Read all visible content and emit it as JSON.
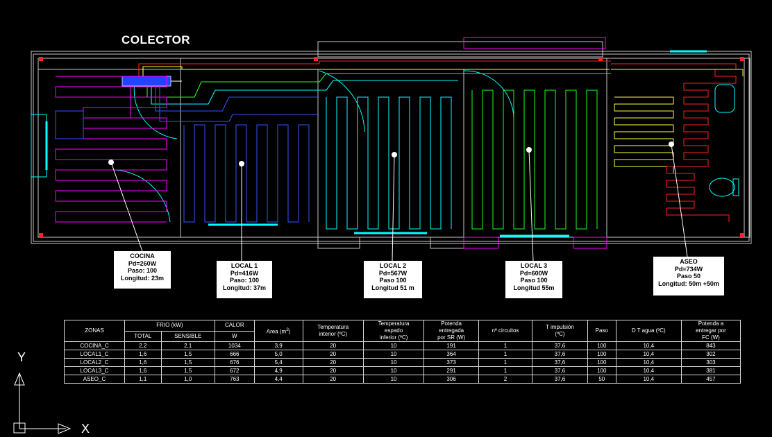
{
  "drawing": {
    "collector_label": "COLECTOR",
    "colors": {
      "wall": "#c8c8c8",
      "magenta": "#ff00ff",
      "blue": "#3355ff",
      "cyan": "#00ffff",
      "green": "#22ff22",
      "yellow": "#ffff33",
      "red": "#ff2222",
      "white": "#ffffff"
    },
    "zones": [
      {
        "name": "COCINA",
        "lines": [
          "COCINA",
          "Pd=260W",
          "Paso: 100",
          "Longitud: 23m"
        ]
      },
      {
        "name": "LOCAL 1",
        "lines": [
          "LOCAL 1",
          "Pd=416W",
          "Paso: 100",
          "Longitud: 37m"
        ]
      },
      {
        "name": "LOCAL 2",
        "lines": [
          "LOCAL 2",
          "Pd=567W",
          "Paso 100",
          "Longitud 51 m"
        ]
      },
      {
        "name": "LOCAL 3",
        "lines": [
          "LOCAL 3",
          "Pd=600W",
          "Paso 100",
          "Longitud 55m"
        ]
      },
      {
        "name": "ASEO",
        "lines": [
          "ASEO",
          "Pd=734W",
          "Paso 50",
          "Longitud: 50m +50m"
        ]
      }
    ]
  },
  "table": {
    "headers": {
      "zonas": "ZONAS",
      "frio": "FRIO (kW)",
      "frio_total": "TOTAL",
      "frio_sensible": "SENSIBLE",
      "calor": "CALOR",
      "calor_unit": "W",
      "area": "Area (m",
      "area_sup": "2",
      "area_close": ")",
      "temp_int_1": "Temperatura",
      "temp_int_2": "interior (ºC)",
      "temp_esp_1": "Temperatura",
      "temp_esp_2": "espado",
      "temp_esp_3": "inferior (ºC)",
      "pot_sr_1": "Potenda",
      "pot_sr_2": "entregada",
      "pot_sr_3": "por SR (W)",
      "circuitos": "nº circuitos",
      "timp_1": "T impulsión",
      "timp_2": "(ºC)",
      "paso": "Paso",
      "dt": "D T agua (ºC)",
      "pot_fc_1": "Potenda a",
      "pot_fc_2": "entregar por",
      "pot_fc_3": "FC (W)"
    },
    "rows": [
      {
        "zona": "COCINA_C",
        "total": "2,2",
        "sensible": "2,1",
        "calor": "1034",
        "area": "3,9",
        "tint": "20",
        "tinf": "10",
        "psr": "191",
        "circ": "1",
        "timp": "37,6",
        "paso": "100",
        "dt": "10,4",
        "pfc": "843"
      },
      {
        "zona": "LOCAL1_C",
        "total": "1,6",
        "sensible": "1,5",
        "calor": "666",
        "area": "5,0",
        "tint": "20",
        "tinf": "10",
        "psr": "364",
        "circ": "1",
        "timp": "37,6",
        "paso": "100",
        "dt": "10,4",
        "pfc": "302"
      },
      {
        "zona": "LOCAL2_C",
        "total": "1,6",
        "sensible": "1,5",
        "calor": "676",
        "area": "5,4",
        "tint": "20",
        "tinf": "10",
        "psr": "373",
        "circ": "1",
        "timp": "37,6",
        "paso": "100",
        "dt": "10,4",
        "pfc": "303"
      },
      {
        "zona": "LOCAL3_C",
        "total": "1,6",
        "sensible": "1,5",
        "calor": "672",
        "area": "4,9",
        "tint": "20",
        "tinf": "10",
        "psr": "291",
        "circ": "1",
        "timp": "37,6",
        "paso": "100",
        "dt": "10,4",
        "pfc": "381"
      },
      {
        "zona": "ASEO_C",
        "total": "1,1",
        "sensible": "1,0",
        "calor": "763",
        "area": "4,4",
        "tint": "20",
        "tinf": "10",
        "psr": "306",
        "circ": "2",
        "timp": "37,6",
        "paso": "50",
        "dt": "10,4",
        "pfc": "457"
      }
    ]
  },
  "ucs": {
    "y_label": "Y",
    "x_label": "X"
  }
}
